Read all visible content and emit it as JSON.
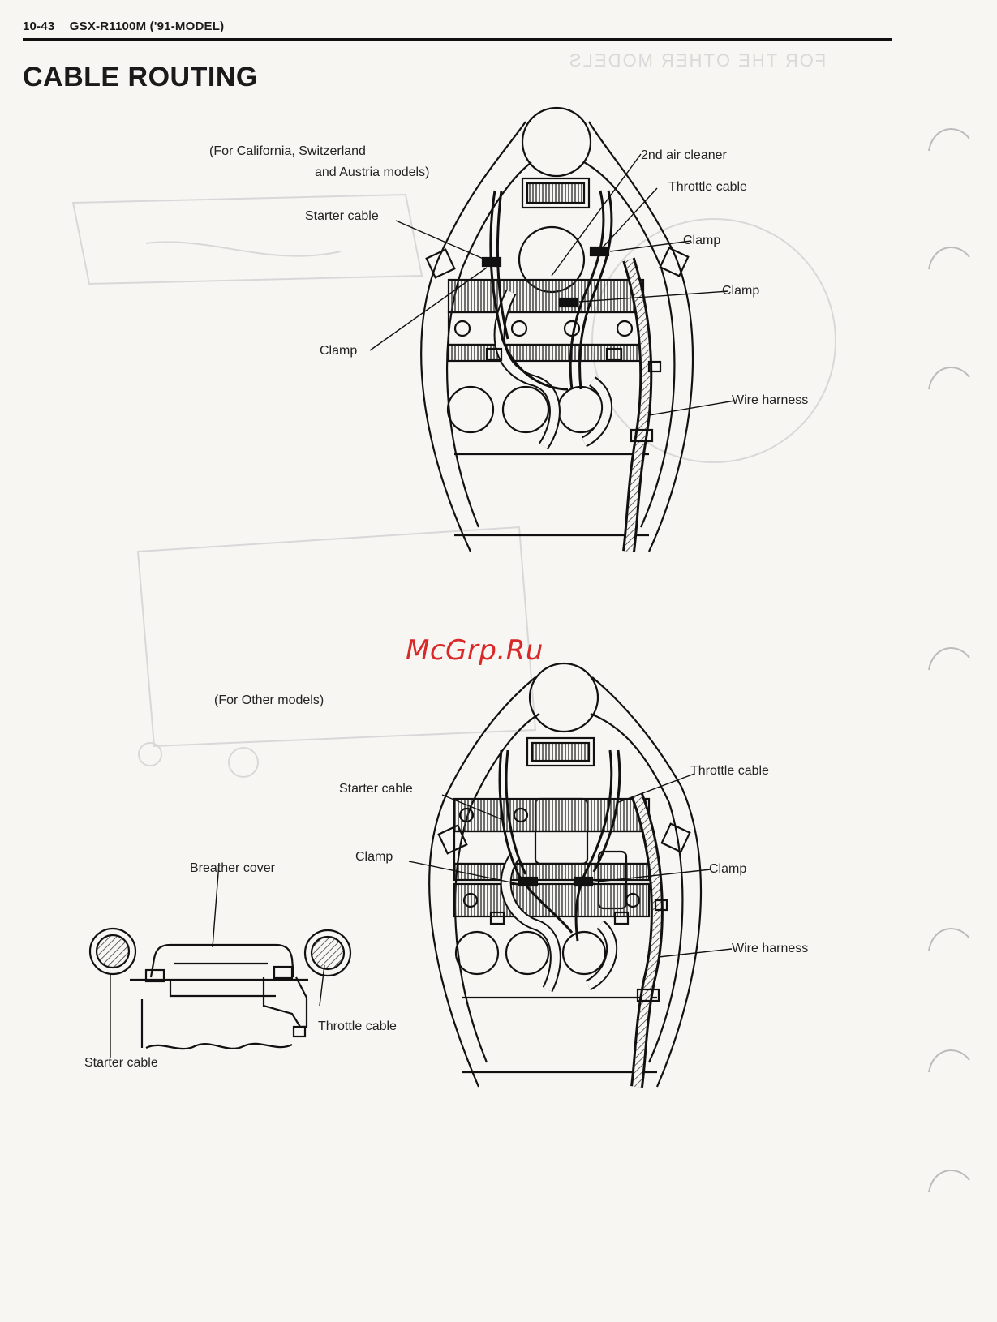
{
  "header": {
    "page_number": "10-43",
    "model": "GSX-R1100M ('91-MODEL)"
  },
  "title": "CABLE ROUTING",
  "ghost_text": "FOR THE OTHER MODELS",
  "watermark": "McGrp.Ru",
  "diagram_top": {
    "variant": "(For California, Switzerland",
    "variant_line2": "and Austria models)",
    "labels": {
      "air_cleaner": "2nd air cleaner",
      "throttle_cable": "Throttle cable",
      "starter_cable": "Starter cable",
      "clamp_1": "Clamp",
      "clamp_2": "Clamp",
      "clamp_3": "Clamp",
      "wire_harness": "Wire harness"
    }
  },
  "diagram_bottom": {
    "variant": "(For Other models)",
    "labels": {
      "throttle_cable": "Throttle cable",
      "starter_cable": "Starter cable",
      "clamp_left": "Clamp",
      "clamp_right": "Clamp",
      "wire_harness": "Wire harness"
    }
  },
  "detail": {
    "breather_cover": "Breather cover",
    "throttle_cable": "Throttle cable",
    "starter_cable": "Starter cable"
  }
}
